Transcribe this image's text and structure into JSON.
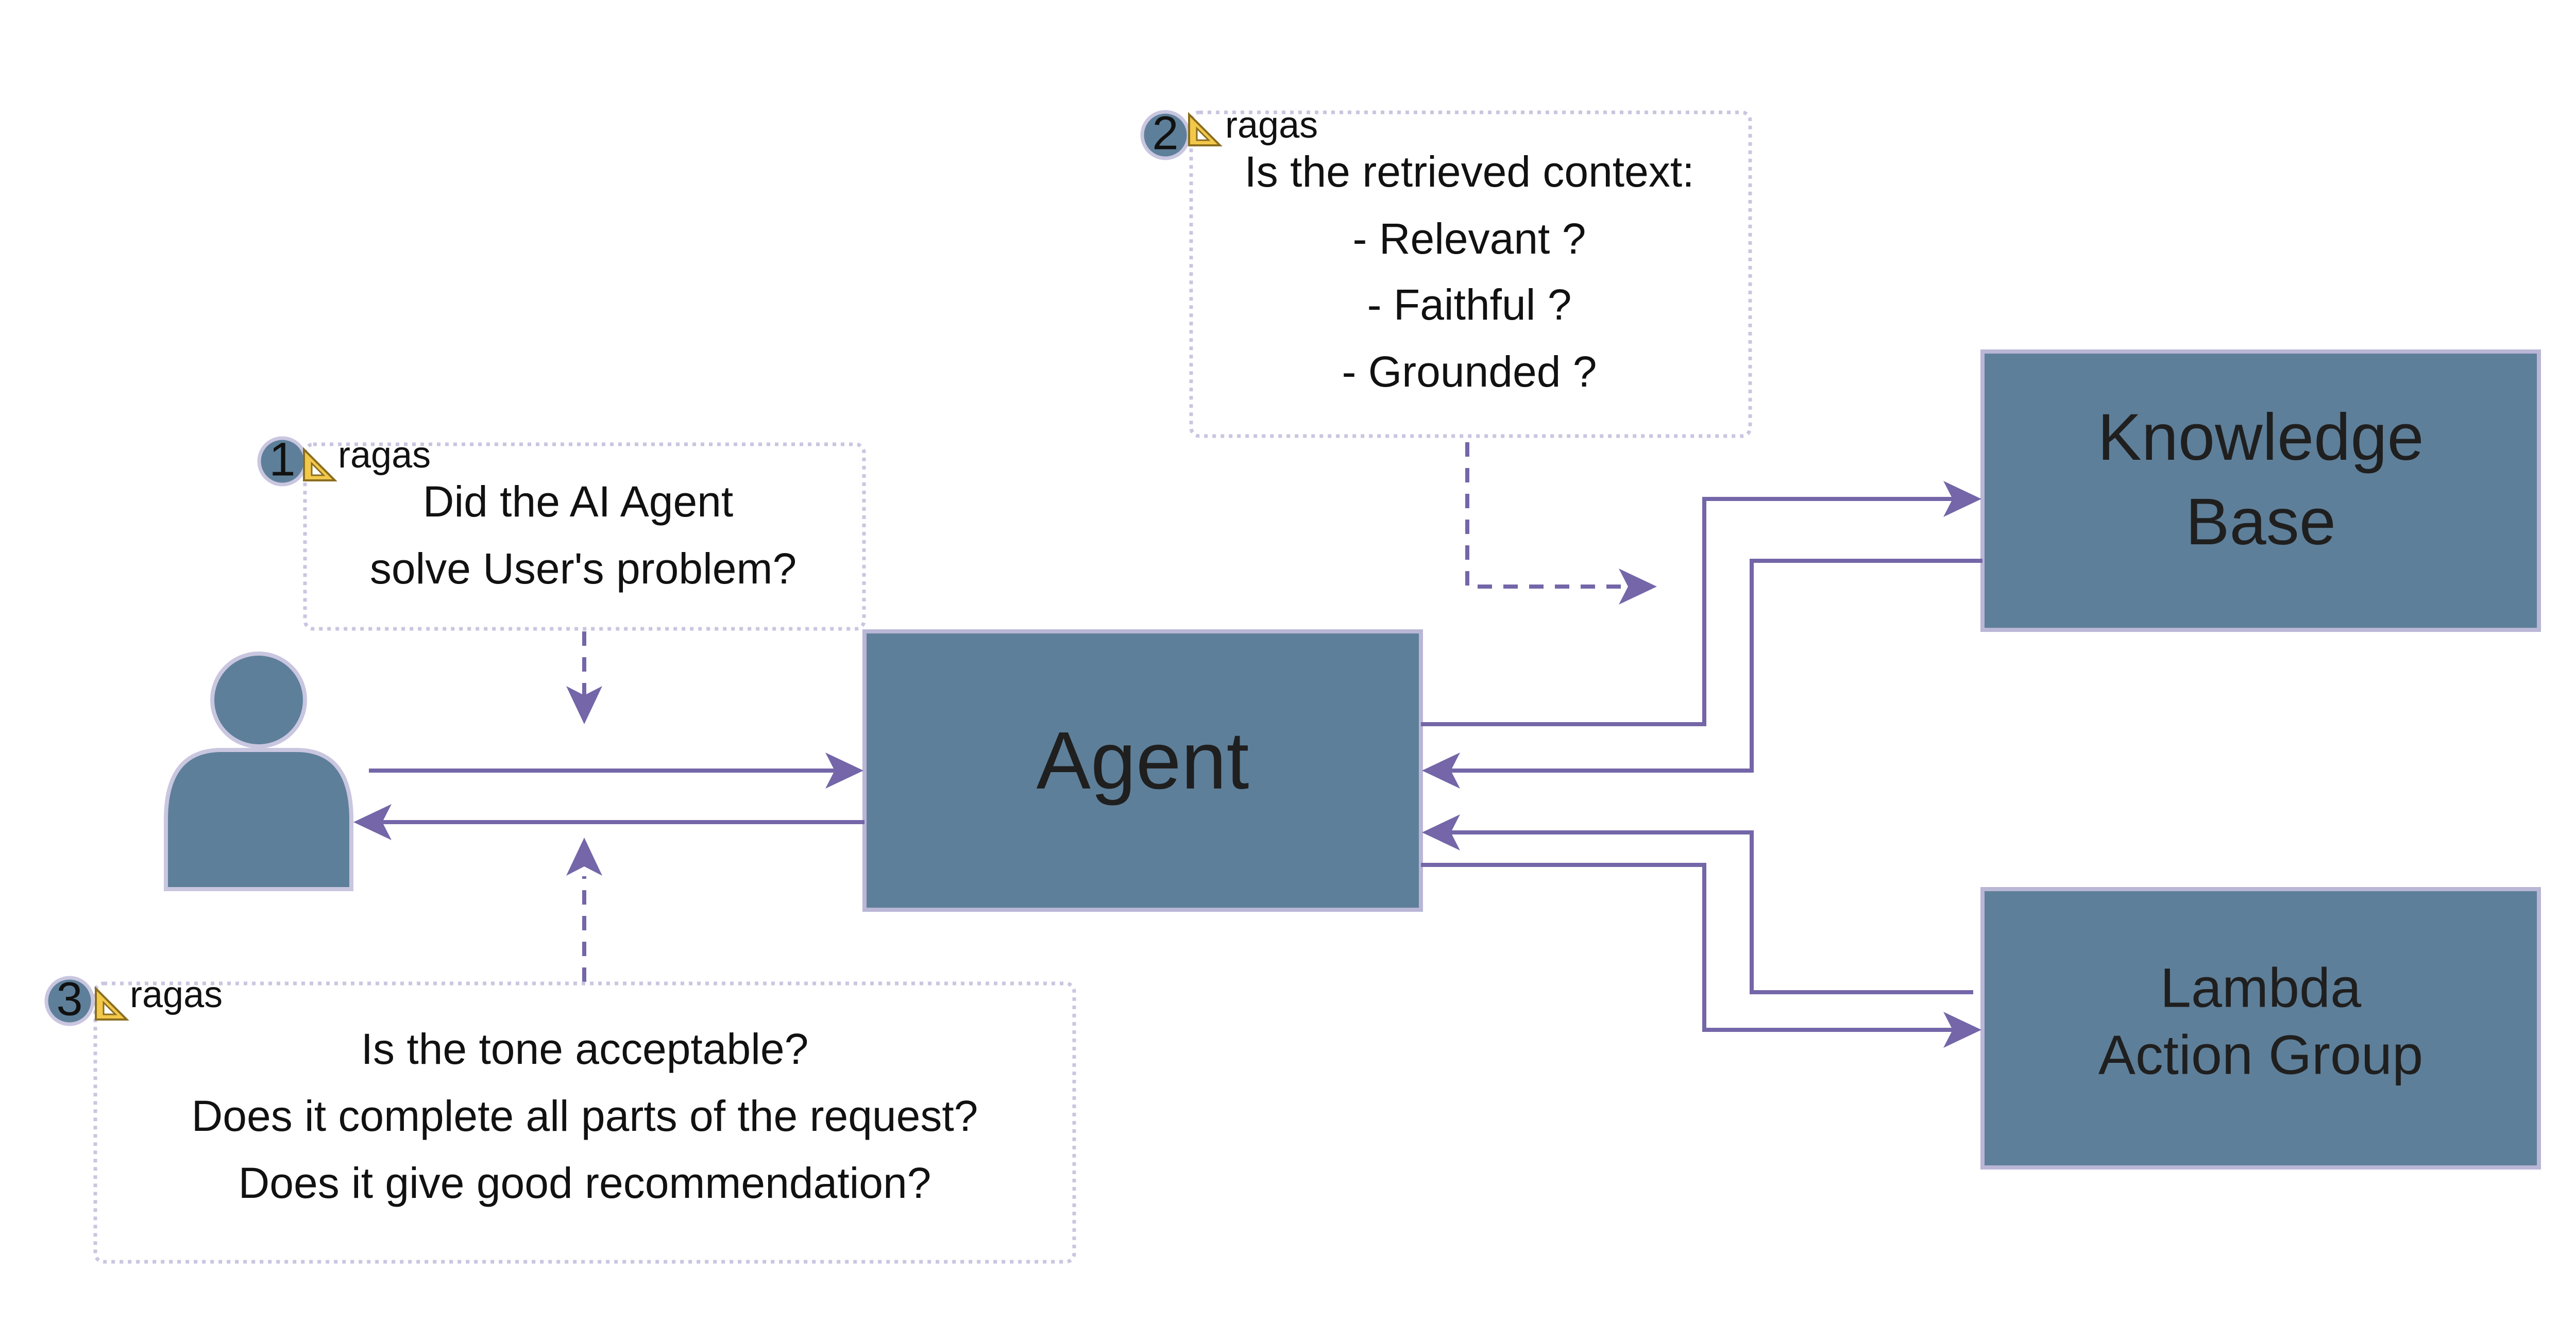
{
  "nodes": {
    "agent": "Agent",
    "knowledge_base": [
      "Knowledge",
      "Base"
    ],
    "lambda": [
      "Lambda",
      "Action Group"
    ]
  },
  "evaluations": [
    {
      "badge": "1",
      "tag": "ragas",
      "lines": [
        "Did the AI Agent",
        "solve User's problem?"
      ]
    },
    {
      "badge": "2",
      "tag": "ragas",
      "lines": [
        "Is the retrieved context:",
        "- Relevant ?",
        "- Faithful ?",
        "- Grounded ?"
      ]
    },
    {
      "badge": "3",
      "tag": "ragas",
      "lines": [
        "Is the tone acceptable?",
        "Does it complete all parts of the request?",
        "Does it give good recommendation?"
      ]
    }
  ],
  "colors": {
    "box_fill": "#5e7f99",
    "box_border": "#b9b6d6",
    "arrow": "#7466a8",
    "dotted_border": "#c9c6e0",
    "badge_fill": "#5e7f99",
    "ruler_icon": "#f2c84b"
  },
  "icons": [
    "user-icon",
    "ruler-icon"
  ]
}
